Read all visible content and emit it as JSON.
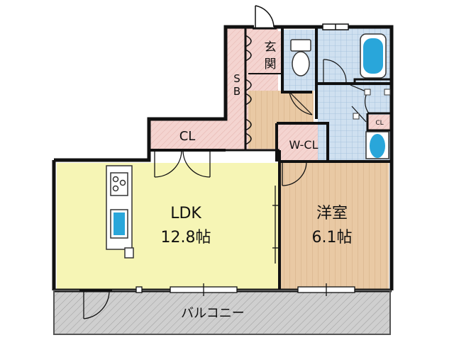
{
  "rooms": {
    "ldk": {
      "name": "LDK",
      "size": "12.8帖"
    },
    "western": {
      "name": "洋室",
      "size": "6.1帖"
    },
    "cl": {
      "name": "CL"
    },
    "wcl": {
      "name": "W-CL"
    },
    "entrance": {
      "line1": "玄",
      "line2": "関"
    },
    "sb": {
      "line1": "S",
      "line2": "B"
    },
    "cl_small": {
      "name": "CL"
    },
    "balcony": {
      "name": "バルコニー"
    }
  },
  "colors": {
    "ldk": "#f6f5b5",
    "western": "#e9c9a4",
    "pink": "#f4d4d0",
    "tile": "#cfe0f0",
    "tub": "#29a6da",
    "balcony": "#cfcfcf",
    "wall": "#111111"
  }
}
